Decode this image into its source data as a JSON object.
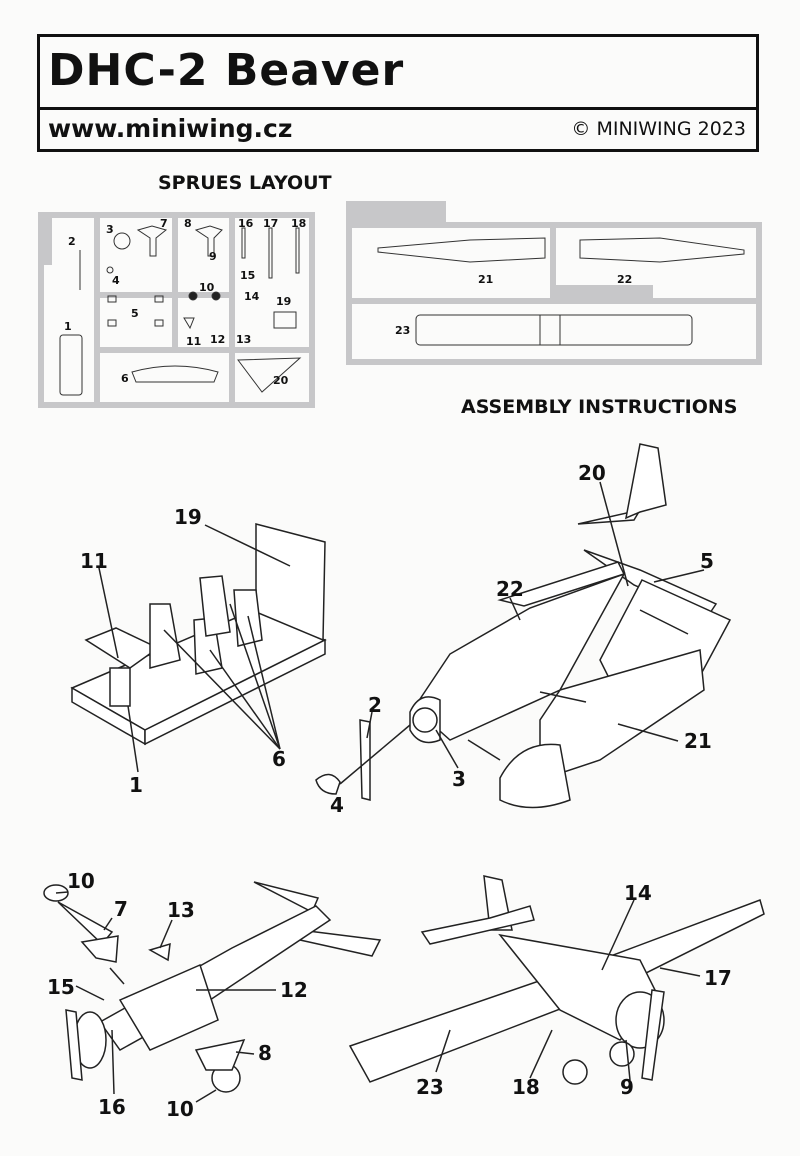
{
  "header": {
    "title": "DHC-2 Beaver",
    "url": "www.miniwing.cz",
    "copyright": "© MINIWING 2023"
  },
  "sections": {
    "sprues": "SPRUES LAYOUT",
    "assembly": "ASSEMBLY INSTRUCTIONS"
  },
  "sprue_parts": [
    "1",
    "2",
    "3",
    "4",
    "5",
    "6",
    "7",
    "8",
    "9",
    "10",
    "11",
    "12",
    "13",
    "14",
    "15",
    "16",
    "17",
    "18",
    "19",
    "20",
    "21",
    "22",
    "23"
  ],
  "callouts": {
    "interior": [
      "19",
      "11",
      "1",
      "6"
    ],
    "fuselage": [
      "20",
      "5",
      "22",
      "2",
      "3",
      "4",
      "21"
    ],
    "underside": [
      "10",
      "7",
      "13",
      "15",
      "12",
      "16",
      "8",
      "10"
    ],
    "final": [
      "14",
      "17",
      "23",
      "18",
      "9"
    ]
  }
}
